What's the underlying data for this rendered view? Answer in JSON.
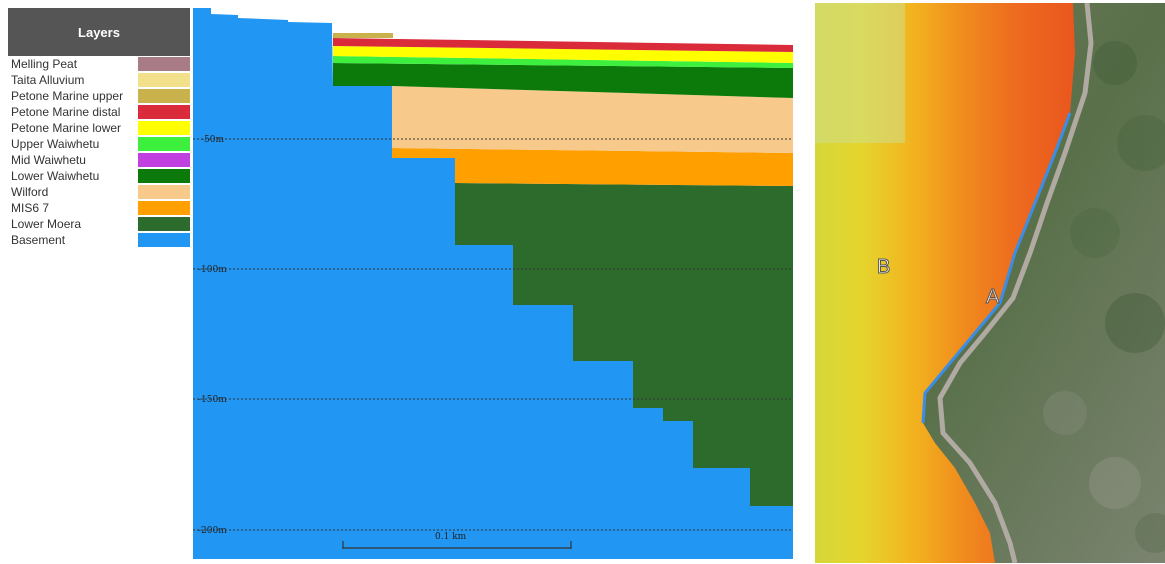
{
  "legend": {
    "title": "Layers",
    "items": [
      {
        "label": "Melling Peat",
        "color": "#a87b86"
      },
      {
        "label": "Taita Alluvium",
        "color": "#f2e08a"
      },
      {
        "label": "Petone Marine upper",
        "color": "#c9b24b"
      },
      {
        "label": "Petone Marine distal",
        "color": "#d92b3a"
      },
      {
        "label": "Petone Marine lower",
        "color": "#ffff00"
      },
      {
        "label": "Upper Waiwhetu",
        "color": "#3df03d"
      },
      {
        "label": "Mid Waiwhetu",
        "color": "#c040e0"
      },
      {
        "label": "Lower Waiwhetu",
        "color": "#0b7a0b"
      },
      {
        "label": "Wilford",
        "color": "#f7c98a"
      },
      {
        "label": "MIS6 7",
        "color": "#ff9f00"
      },
      {
        "label": "Lower Moera",
        "color": "#2d6b2d"
      },
      {
        "label": "Basement",
        "color": "#2196f3"
      }
    ]
  },
  "section": {
    "depth_labels": [
      "-50m",
      "-100m",
      "-150m",
      "-200m"
    ],
    "scale_label": "0.1 km"
  },
  "map": {
    "labels": [
      "B",
      "A"
    ]
  }
}
